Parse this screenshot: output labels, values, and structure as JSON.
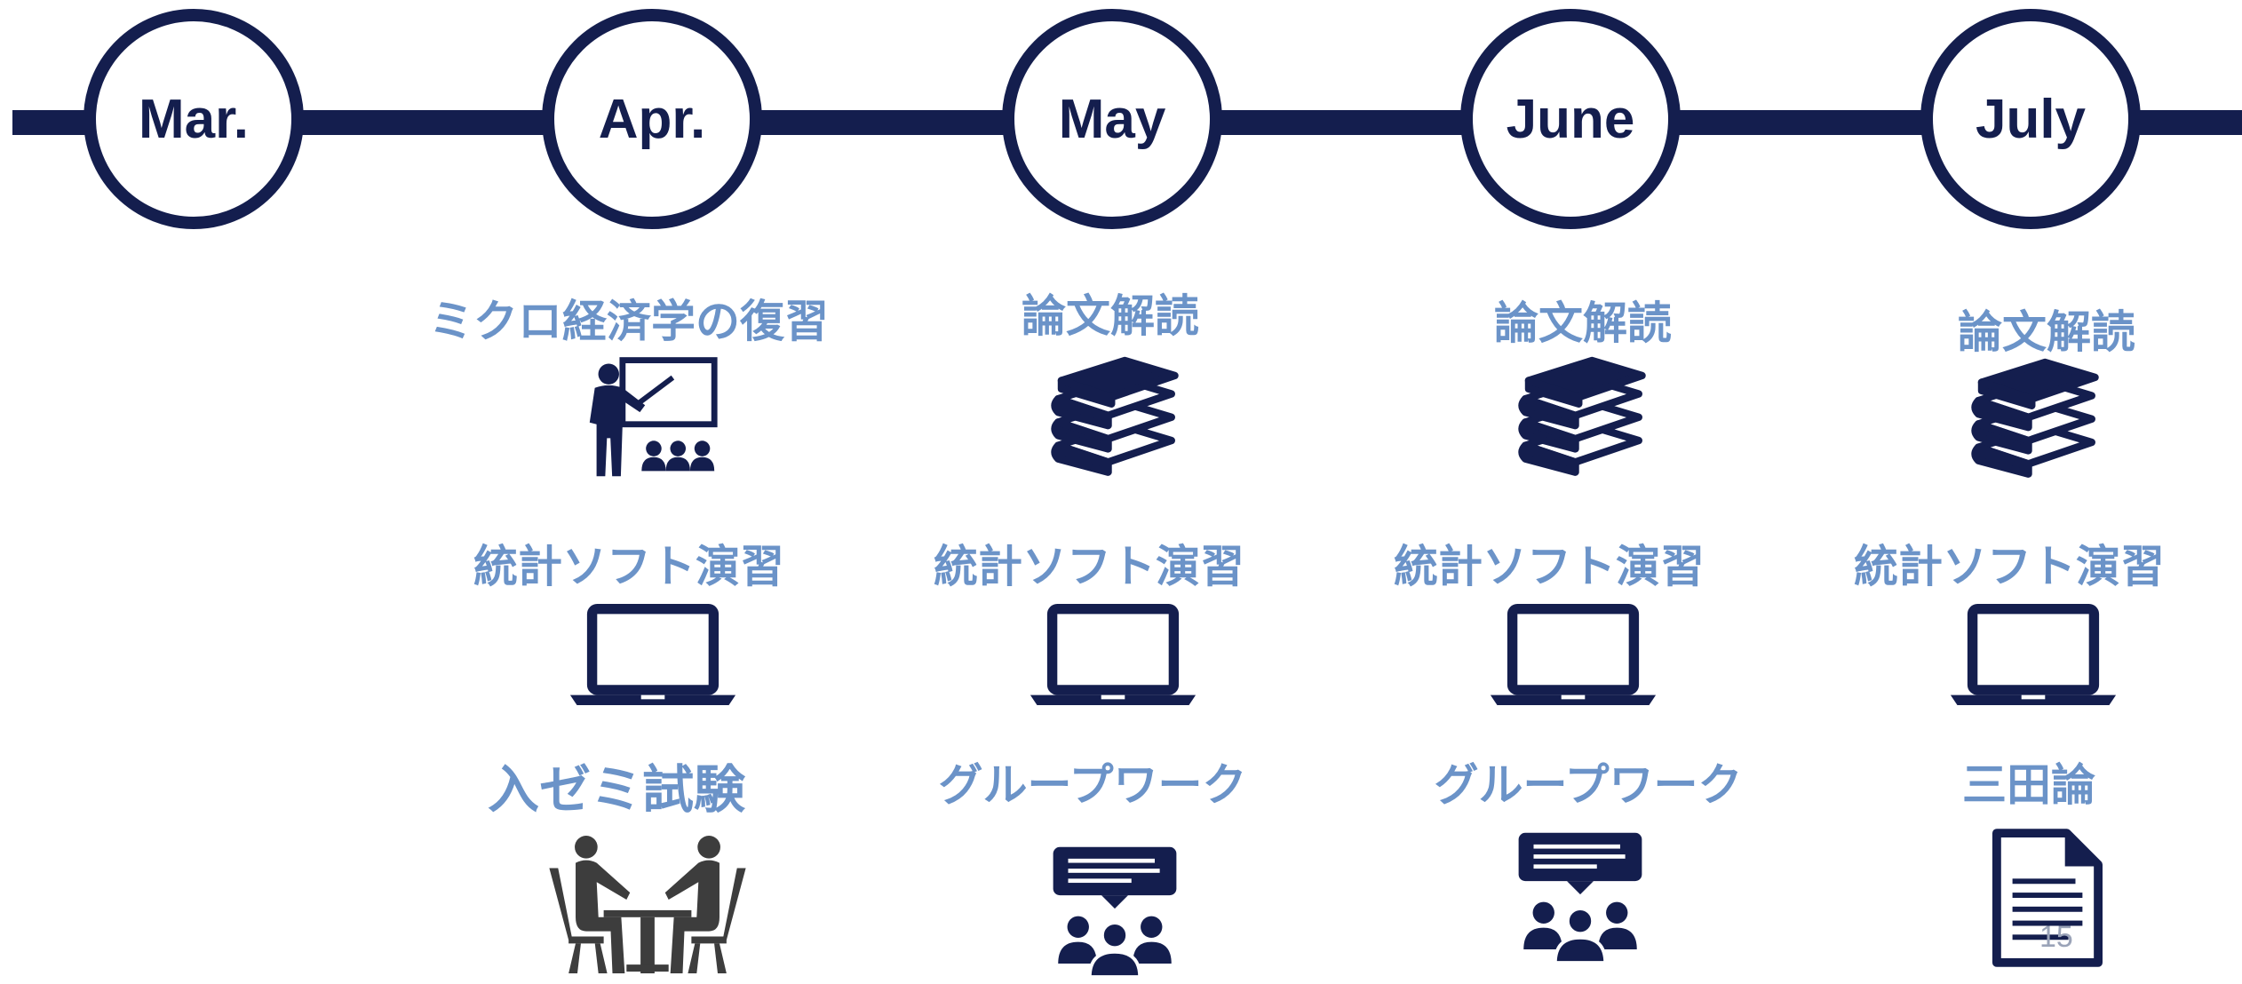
{
  "timeline": {
    "months": [
      {
        "label": "Mar."
      },
      {
        "label": "Apr."
      },
      {
        "label": "May"
      },
      {
        "label": "June"
      },
      {
        "label": "July"
      }
    ]
  },
  "activities": {
    "apr": [
      "ミクロ経済学の復習",
      "統計ソフト演習",
      "入ゼミ試験"
    ],
    "may": [
      "論文解読",
      "統計ソフト演習",
      "グループワーク"
    ],
    "june": [
      "論文解読",
      "統計ソフト演習",
      "グループワーク"
    ],
    "july": [
      "論文解読",
      "統計ソフト演習",
      "三田論"
    ]
  },
  "icons": {
    "apr": [
      "teacher-presentation-icon",
      "laptop-icon",
      "interview-icon"
    ],
    "may": [
      "books-icon",
      "laptop-icon",
      "group-discussion-icon"
    ],
    "june": [
      "books-icon",
      "laptop-icon",
      "group-discussion-icon"
    ],
    "july": [
      "books-icon",
      "laptop-icon",
      "document-icon"
    ]
  },
  "colors": {
    "navy": "#141e4e",
    "label_blue": "#6b93c8",
    "gray": "#3d3d3d"
  },
  "page_number": "15"
}
